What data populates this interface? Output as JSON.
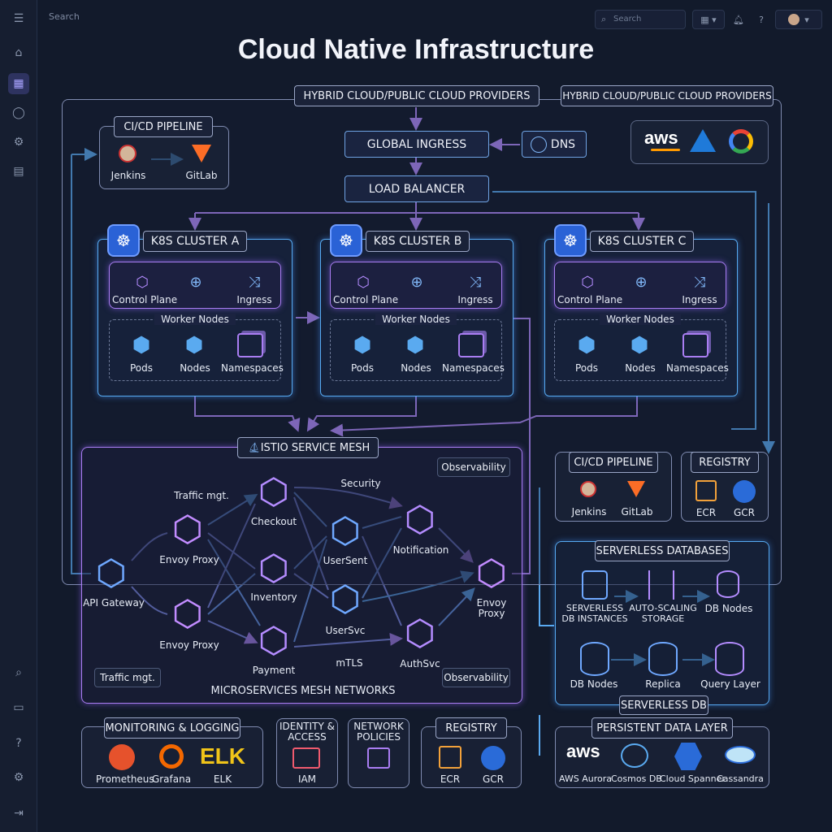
{
  "title": "Cloud Native Infrastructure",
  "topbar": {
    "search_label": "Search",
    "search_placeholder": "Search"
  },
  "providers": {
    "label_main": "HYBRID CLOUD/PUBLIC CLOUD PROVIDERS",
    "label_side": "HYBRID CLOUD/PUBLIC CLOUD PROVIDERS"
  },
  "ingress": {
    "global": "GLOBAL INGRESS",
    "dns": "DNS",
    "lb": "LOAD BALANCER"
  },
  "cicd_top": {
    "title": "CI/CD PIPELINE",
    "a": "Jenkins",
    "b": "GitLab"
  },
  "clusters": [
    {
      "name": "K8S CLUSTER A"
    },
    {
      "name": "K8S CLUSTER B"
    },
    {
      "name": "K8S CLUSTER C"
    }
  ],
  "cluster_items": {
    "control": "Control Plane",
    "ingress": "Ingress",
    "workers": "Worker Nodes",
    "pods": "Pods",
    "nodes": "Nodes",
    "namespaces": "Namespaces"
  },
  "mesh": {
    "title": "ISTIO SERVICE MESH",
    "observability_top": "Observability",
    "observability_bottom": "Observability",
    "traffic_top": "Traffic mgt.",
    "traffic_bottom": "Traffic mgt.",
    "security": "Security",
    "mtls": "mTLS",
    "footer": "MICROSERVICES MESH NETWORKS",
    "api_gateway": "API Gateway",
    "envoy_a": "Envoy Proxy",
    "envoy_b": "Envoy Proxy",
    "envoy_c": "Envoy Proxy",
    "checkout": "Checkout",
    "inventory": "Inventory",
    "payment": "Payment",
    "usersent": "UserSent",
    "usersvc": "UserSvc",
    "notification": "Notification",
    "authsvc": "AuthSvc"
  },
  "cicd_right": {
    "title": "CI/CD PIPELINE",
    "a": "Jenkins",
    "b": "GitLab"
  },
  "registry_right": {
    "title": "REGISTRY",
    "a": "ECR",
    "b": "GCR"
  },
  "serverless": {
    "title": "SERVERLESS DATABASES",
    "instances": "SERVERLESS DB INSTANCES",
    "autoscale": "AUTO-SCALING STORAGE",
    "dbnodes_top": "DB Nodes",
    "dbnodes": "DB Nodes",
    "replica": "Replica",
    "query": "Query Layer",
    "footer": "SERVERLESS DB"
  },
  "monitoring": {
    "title": "MONITORING & LOGGING",
    "a": "Prometheus",
    "b": "Grafana",
    "c": "ELK",
    "elk_logo": "ELK"
  },
  "identity": {
    "title": "IDENTITY & ACCESS",
    "a": "IAM"
  },
  "network": {
    "title": "NETWORK POLICIES"
  },
  "registry_bottom": {
    "title": "REGISTRY",
    "a": "ECR",
    "b": "GCR"
  },
  "persistent": {
    "title": "PERSISTENT DATA LAYER",
    "a": "AWS Aurora",
    "b": "Cosmos DB",
    "c": "Cloud Spanner",
    "d": "Cassandra",
    "aws_logo": "aws"
  },
  "provider_logo": {
    "aws": "aws"
  },
  "colors": {
    "accent": "#a97df2",
    "blue": "#56a9f0",
    "bg": "#121a2b"
  }
}
